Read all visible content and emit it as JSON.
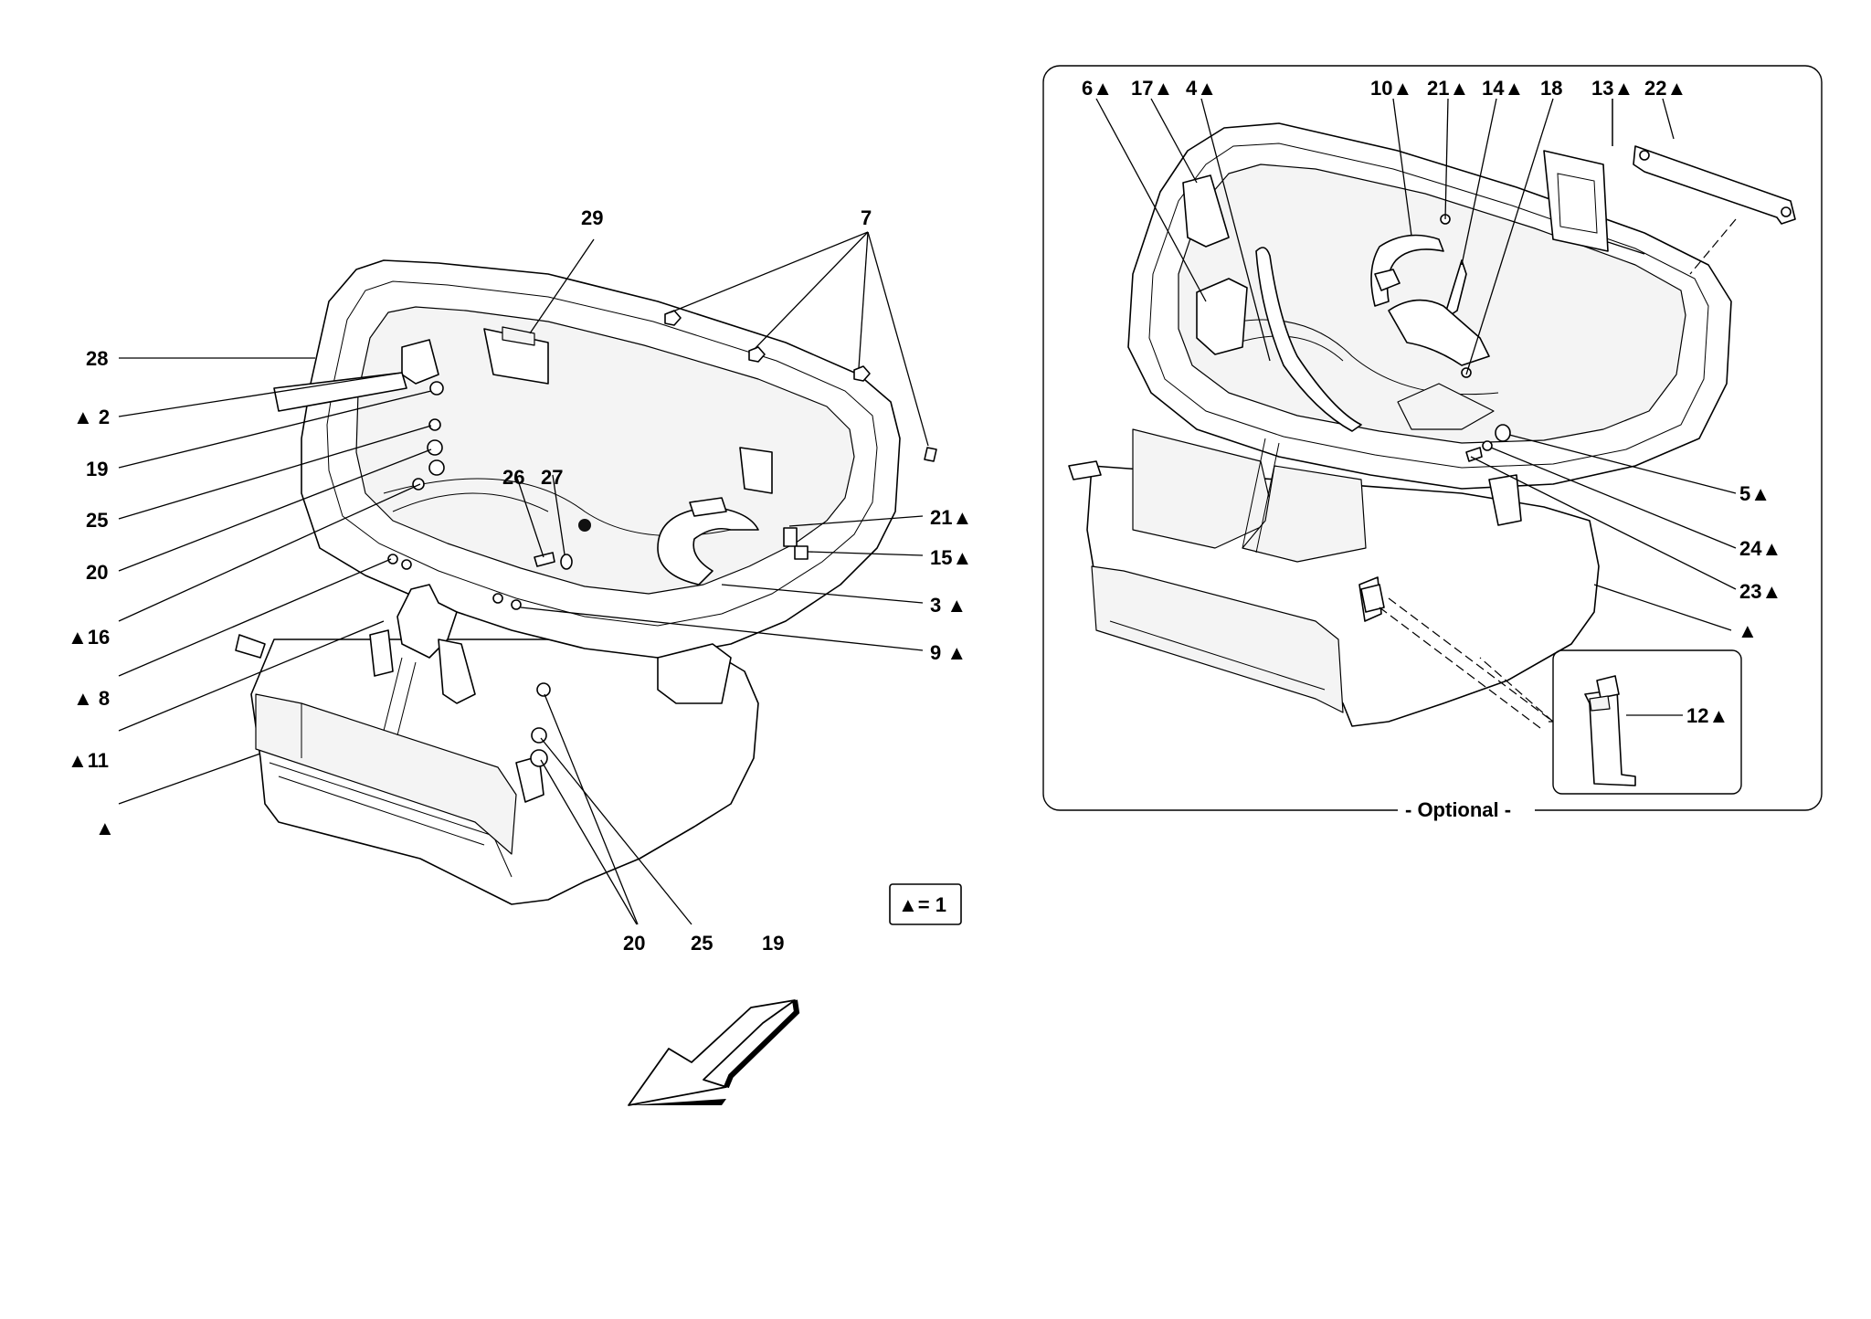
{
  "diagram": {
    "left_assembly": {
      "labels": {
        "l28": "28",
        "l2": "▲ 2",
        "l19a": "19",
        "l25a": "25",
        "l20a": "20",
        "l16": "▲16",
        "l8": "▲ 8",
        "l11": "▲11",
        "ltri": "▲",
        "l29": "29",
        "l7": "7",
        "l26": "26",
        "l27": "27",
        "l21": "21▲",
        "l15": "15▲",
        "l3": "3 ▲",
        "l9": "9 ▲",
        "l20b": "20",
        "l25b": "25",
        "l19b": "19"
      }
    },
    "optional_assembly": {
      "caption": "- Optional -",
      "labels": {
        "o6": "6▲",
        "o17": "17▲",
        "o4": "4▲",
        "o10": "10▲",
        "o21": "21▲",
        "o14": "14▲",
        "o18": "18",
        "o13": "13▲",
        "o22": "22▲",
        "o5": "5▲",
        "o24": "24▲",
        "o23": "23▲",
        "otri": "▲",
        "o12": "12▲"
      }
    },
    "legend": "▲= 1"
  }
}
